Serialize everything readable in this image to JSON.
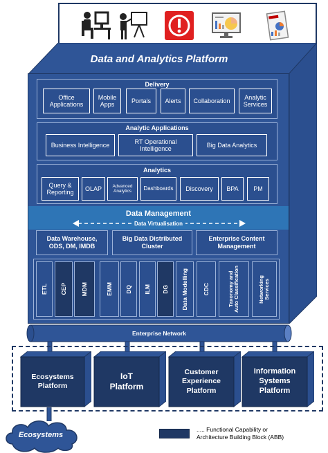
{
  "platform": {
    "title": "Data and Analytics Platform"
  },
  "delivery": {
    "title": "Delivery",
    "items": [
      "Office\nApplications",
      "Mobile\nApps",
      "Portals",
      "Alerts",
      "Collaboration",
      "Analytic\nServices"
    ]
  },
  "analytic_applications": {
    "title": "Analytic Applications",
    "items": [
      "Business Intelligence",
      "RT Operational\nIntelligence",
      "Big Data Analytics"
    ]
  },
  "analytics": {
    "title": "Analytics",
    "items": [
      "Query &\nReporting",
      "OLAP",
      "Advanced\nAnalytics",
      "Dashboards",
      "Discovery",
      "BPA",
      "PM"
    ]
  },
  "data_management": {
    "title": "Data Management",
    "virtualisation": "Data Virtualisation",
    "stores": [
      "Data Warehouse,\nODS, DM, IMDB",
      "Big Data Distributed\nCluster",
      "Enterprise Content\nManagement"
    ],
    "capabilities": [
      "ETL",
      "CEP",
      "MDM",
      "EMM",
      "DQ",
      "ILM",
      "DG",
      "Data Modelling",
      "CDC",
      "Taxonomy and\nAuto Classification",
      "Networking\nServices"
    ]
  },
  "enterprise_network": "Enterprise Network",
  "platforms": [
    "Ecosystems\nPlatform",
    "IoT\nPlatform",
    "Customer\nExperience\nPlatform",
    "Information\nSystems\nPlatform"
  ],
  "ecosystems": "Ecosystems",
  "legend": {
    "text": "..... Functional Capability or\nArchitecture Building Block (ABB)"
  },
  "colors": {
    "primary": "#2f5597",
    "dark": "#1f3864",
    "band": "#2e75b6",
    "alert": "#e02020"
  },
  "icons": [
    "computer-user-icon",
    "presenter-board-icon",
    "alert-icon",
    "analytics-monitor-icon",
    "report-document-icon"
  ]
}
